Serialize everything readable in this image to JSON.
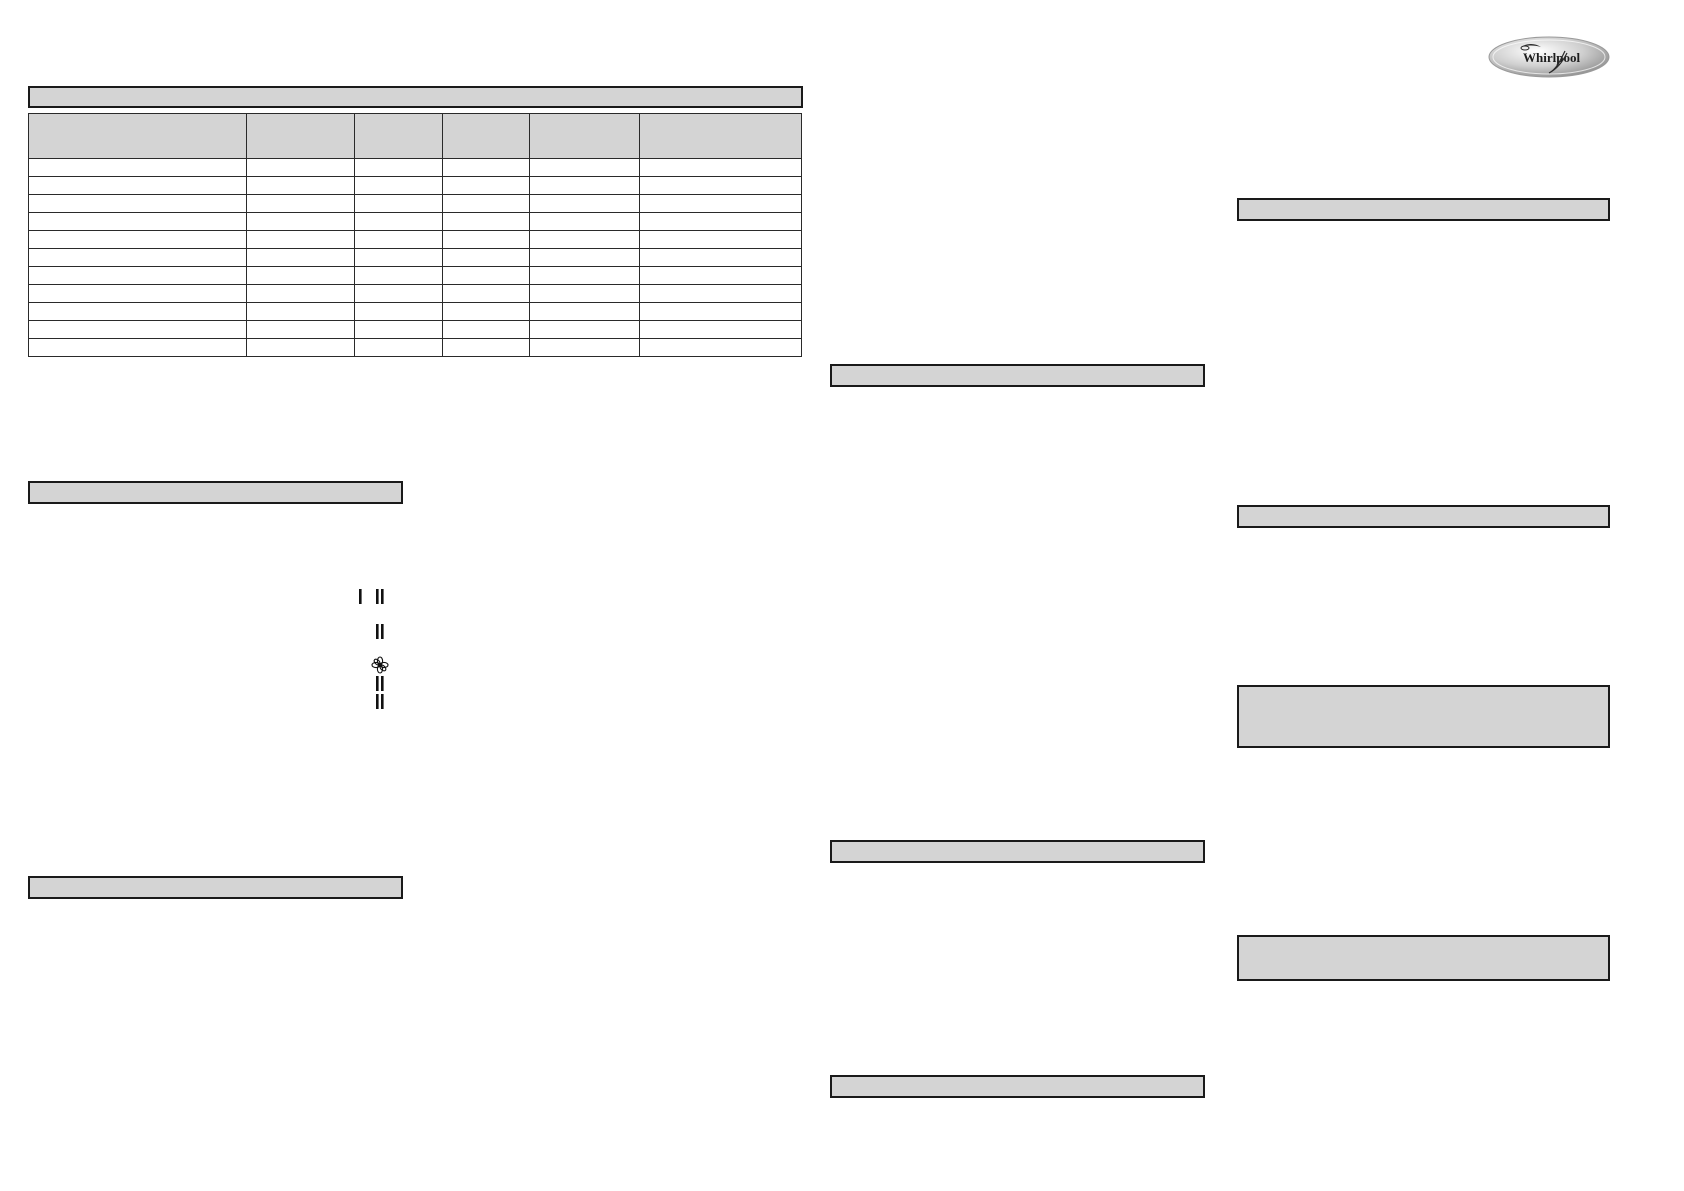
{
  "brand": {
    "logo_text": "Whirlpool",
    "logo_color": "#1e1e1e",
    "badge_gradient": [
      "#ffffff",
      "#c9c9c9",
      "#8f8f8f"
    ]
  },
  "colors": {
    "section_fill": "#d4d4d4",
    "border": "#1a1a1a",
    "page": "#ffffff"
  },
  "table": {
    "columns": 6,
    "body_rows": 11
  },
  "symbols": [
    {
      "icon": "single-bar-icon + double-bar-icon"
    },
    {
      "icon": "double-bar-icon"
    },
    {
      "icon": "fan-flower-icon"
    },
    {
      "icon": "double-bar-icon"
    },
    {
      "icon": "double-bar-icon"
    }
  ]
}
